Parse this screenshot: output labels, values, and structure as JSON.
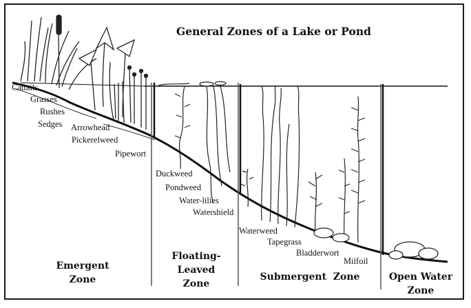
{
  "title": "General Zones of a Lake or Pond",
  "emergent_plants": [
    "Cattails",
    "Grasses",
    "Rushes",
    "Sedges",
    "Arrowhead",
    "Pickerelweed",
    "Pipewort"
  ],
  "floating_plants": [
    "Duckweed",
    "Pondweed",
    "Water-lilies",
    "Watershield"
  ],
  "submergent_plants": [
    "Waterweed",
    "Tapegrass",
    "Bladderwort",
    "Milfoil"
  ],
  "zones": {
    "emergent": [
      "Emergent",
      "Zone"
    ],
    "floating": [
      "Floating-",
      "Leaved",
      "Zone"
    ],
    "submergent": [
      "Submergent  Zone"
    ],
    "open_water": [
      "Open Water",
      "Zone"
    ]
  }
}
